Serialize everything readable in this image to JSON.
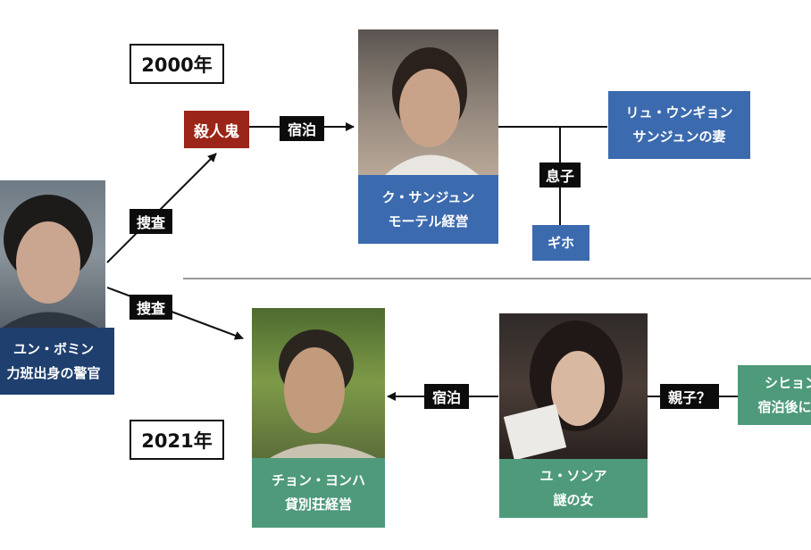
{
  "years": {
    "top": "2000年",
    "bottom": "2021年"
  },
  "tags": {
    "lodging_top": "宿泊",
    "investigation_top": "捜査",
    "investigation_bottom": "捜査",
    "son": "息子",
    "lodging_bottom": "宿泊",
    "parent_child": "親子？"
  },
  "nodes": {
    "killer": "殺人鬼",
    "sangjun": {
      "name": "ク・サンジュン",
      "role": "モーテル経営"
    },
    "eungyeong": {
      "name": "リュ・ウンギョン",
      "role": "サンジュンの妻"
    },
    "giho": {
      "name": "ギホ"
    },
    "bomin": {
      "name": "ユン・ボミン",
      "role": "力班出身の警官"
    },
    "yeongha": {
      "name": "チョン・ヨンハ",
      "role": "貸別荘経営"
    },
    "seona": {
      "name": "ユ・ソンア",
      "role": "謎の女"
    },
    "sihyeon": {
      "name": "シヒョン",
      "role": "宿泊後に失"
    }
  },
  "colors": {
    "blue": "#3c6aae",
    "green": "#4e9a7b",
    "red": "#9a2518"
  }
}
